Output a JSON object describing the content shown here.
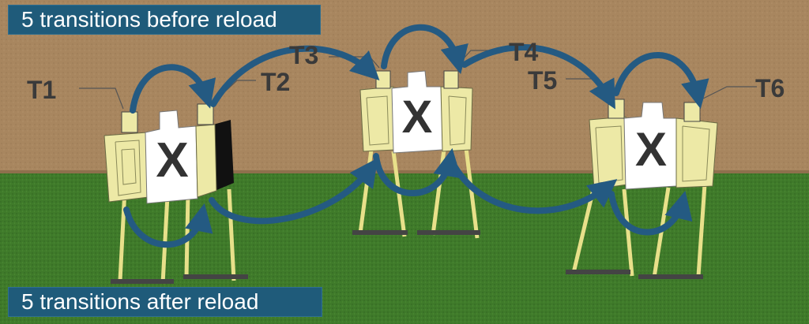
{
  "banners": {
    "before": "5 transitions before reload",
    "after": "5 transitions after reload"
  },
  "target_labels": [
    "T1",
    "T2",
    "T3",
    "T4",
    "T5",
    "T6"
  ],
  "target_mark": "X",
  "colors": {
    "wall": "#a8865f",
    "ground": "#3f7a2a",
    "banner_bg": "#1f5b7a",
    "arrow": "#245a82",
    "target_face": "#ede9a6",
    "label": "#3a3a3a"
  }
}
